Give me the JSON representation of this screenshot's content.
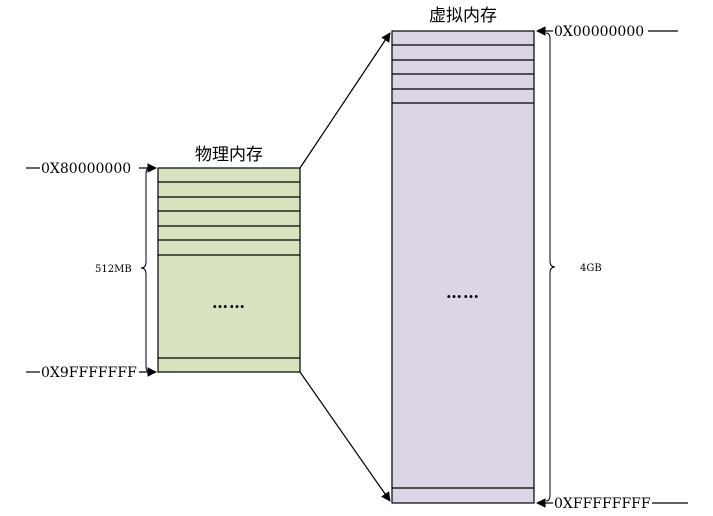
{
  "physical_memory": {
    "title": "物理内存",
    "start_address": "0X80000000",
    "end_address": "0X9FFFFFFF",
    "size": "512MB",
    "ellipsis": "……",
    "fill_color": "#d8e4bf"
  },
  "virtual_memory": {
    "title": "虚拟内存",
    "start_address": "0X00000000",
    "end_address": "0XFFFFFFFF",
    "size": "4GB",
    "ellipsis": "……",
    "fill_color": "#dcd5e6"
  },
  "colors": {
    "stroke": "#000000",
    "background": "#ffffff"
  }
}
